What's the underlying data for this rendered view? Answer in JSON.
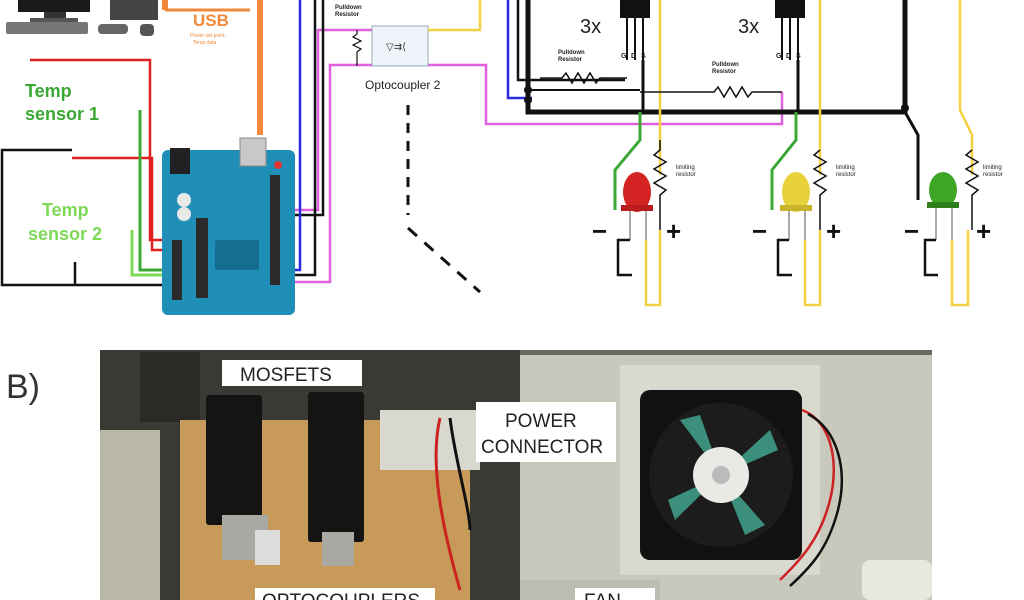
{
  "diagram": {
    "usb_label": "USB",
    "usb_note_1": "Power set point,",
    "usb_note_2": "Temp data",
    "temp_sensor_1_line1": "Temp",
    "temp_sensor_1_line2": "sensor 1",
    "temp_sensor_2_line1": "Temp",
    "temp_sensor_2_line2": "sensor 2",
    "pulldown_1_line1": "Pulldown",
    "pulldown_1_line2": "Resistor",
    "optocoupler_label": "Optocoupler 2",
    "mosfet_count_1": "3x",
    "mosfet_count_2": "3x",
    "pin_g": "G",
    "pin_d": "D",
    "pin_s": "S",
    "pulldown_2_line1": "Pulldown",
    "pulldown_2_line2": "Resistor",
    "pulldown_3_line1": "Pulldown",
    "pulldown_3_line2": "Resistor",
    "limiting_line1": "limiting",
    "limiting_line2": "resistor",
    "minus": "−",
    "plus": "+"
  },
  "photo": {
    "panel_label": "B)",
    "mosfets_label": "MOSFETS",
    "power_connector_line1": "POWER",
    "power_connector_line2": "CONNECTOR",
    "optocouplers_label": "OPTOCOUPLERS",
    "fan_label": "FAN"
  },
  "colors": {
    "usb_orange": "#f08a3a",
    "sensor_green_dark": "#3aa832",
    "sensor_green_light": "#7ed957",
    "arduino_blue": "#1f8fb8",
    "wire_magenta": "#e060e0",
    "wire_blue": "#2a2ae0",
    "wire_yellow": "#f2d040",
    "wire_red": "#e02020",
    "led_red": "#d42424",
    "led_yellow": "#e8d23a",
    "led_green": "#3fa524"
  }
}
